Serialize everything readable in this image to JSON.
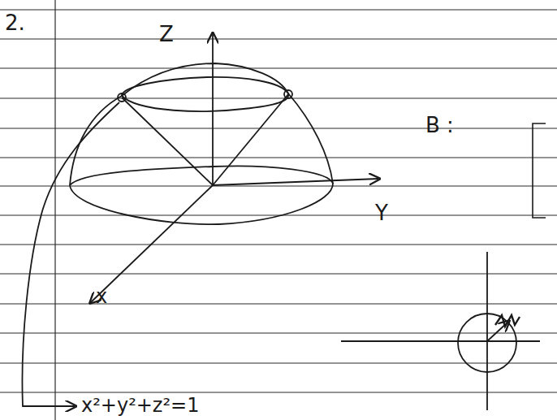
{
  "diagram": {
    "labels": [
      "2.",
      "Z",
      "Y",
      "x",
      "B :",
      "x²+y²+z²=1"
    ]
  }
}
